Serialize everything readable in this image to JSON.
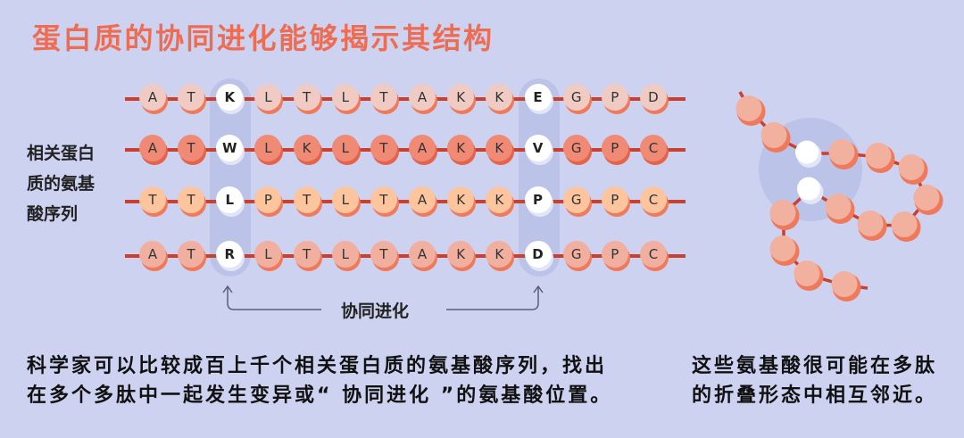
{
  "title": "蛋白质的协同进化能够揭示其结构",
  "side_label": [
    "相关蛋白",
    "质的氨基",
    "酸序列"
  ],
  "sequences": [
    {
      "letters": [
        "A",
        "T",
        "K",
        "L",
        "T",
        "L",
        "T",
        "A",
        "K",
        "K",
        "E",
        "G",
        "P",
        "D"
      ],
      "fill": "#efcbc4",
      "shade": "#ef7a5b"
    },
    {
      "letters": [
        "A",
        "T",
        "W",
        "L",
        "K",
        "L",
        "T",
        "A",
        "K",
        "K",
        "V",
        "G",
        "P",
        "C"
      ],
      "fill": "#f08a74",
      "shade": "#e4634b"
    },
    {
      "letters": [
        "T",
        "T",
        "L",
        "P",
        "T",
        "L",
        "T",
        "A",
        "K",
        "K",
        "P",
        "G",
        "P",
        "C"
      ],
      "fill": "#fcc59e",
      "shade": "#f07a5c"
    },
    {
      "letters": [
        "A",
        "T",
        "R",
        "L",
        "T",
        "L",
        "T",
        "A",
        "K",
        "K",
        "D",
        "G",
        "P",
        "C"
      ],
      "fill": "#f1afa0",
      "shade": "#ef7a5b"
    }
  ],
  "coevolved_positions": [
    3,
    11
  ],
  "coevolution_label": "协同进化",
  "bottom_left": [
    "科学家可以比较成百上千个相关蛋白质的氨基酸序列，找出",
    "在多个多肽中一起发生变异或“ 协同进化 ”的氨基酸位置。"
  ],
  "bottom_right": [
    "这些氨基酸很可能在多肽",
    "的折叠形态中相互邻近。"
  ],
  "colors": {
    "accent": "#ee6d52",
    "background": "#cdd2f0",
    "bond": "#c9402f"
  }
}
